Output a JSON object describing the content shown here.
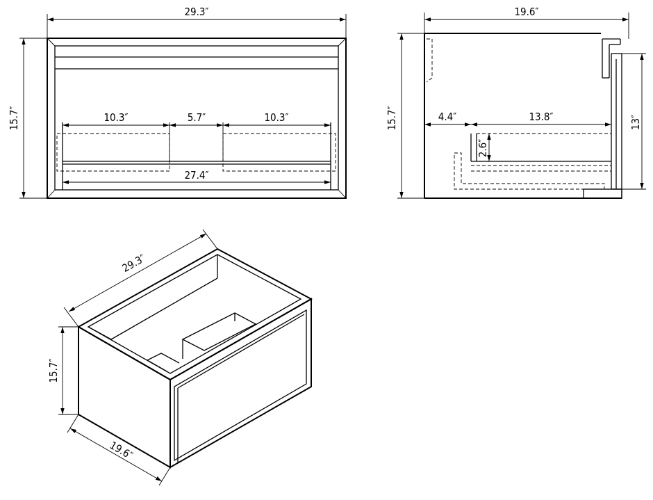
{
  "front_view": {
    "overall_width": "29.3″",
    "overall_height": "15.7″",
    "left_drawer_width": "10.3″",
    "center_gap": "5.7″",
    "right_drawer_width": "10.3″",
    "inner_width": "27.4″"
  },
  "side_view": {
    "overall_depth": "19.6″",
    "overall_height": "15.7″",
    "front_offset": "4.4″",
    "drawer_depth": "13.8″",
    "drawer_height": "2.6″",
    "inner_height": "13″"
  },
  "iso_view": {
    "width": "29.3″",
    "height": "15.7″",
    "depth": "19.6″"
  }
}
